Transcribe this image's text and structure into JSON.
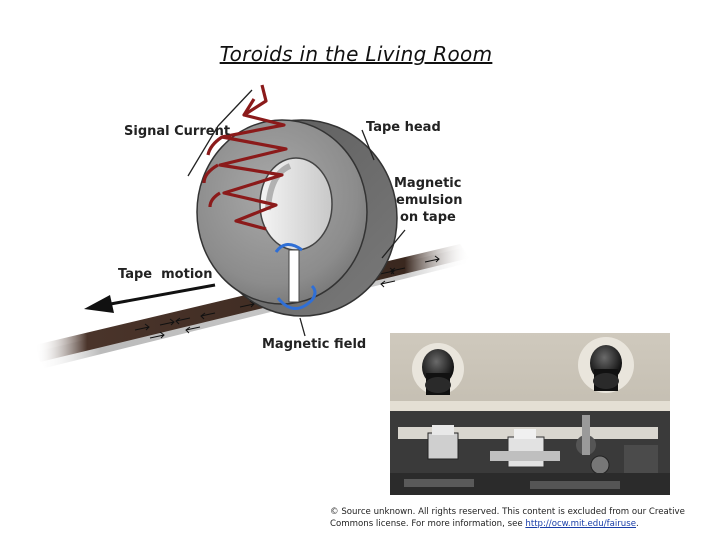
{
  "slide": {
    "title": "Toroids in the Living Room"
  },
  "diagram": {
    "labels": {
      "signal_current": "Signal Current",
      "tape_head": "Tape head",
      "emulsion_line1": "Magnetic",
      "emulsion_line2": "emulsion",
      "emulsion_line3": "on tape",
      "tape_motion": "Tape  motion",
      "magnetic_field": "Magnetic field"
    },
    "colors": {
      "coil": "#8b1a1a",
      "field": "#2f6fd6",
      "tape": "#3e2a20",
      "core": "#8a8a8a"
    }
  },
  "credit": {
    "text": "© Source unknown. All rights reserved. This content is excluded from our Creative Commons license. For more information, see ",
    "link": "http://ocw.mit.edu/fairuse",
    "end": "."
  }
}
